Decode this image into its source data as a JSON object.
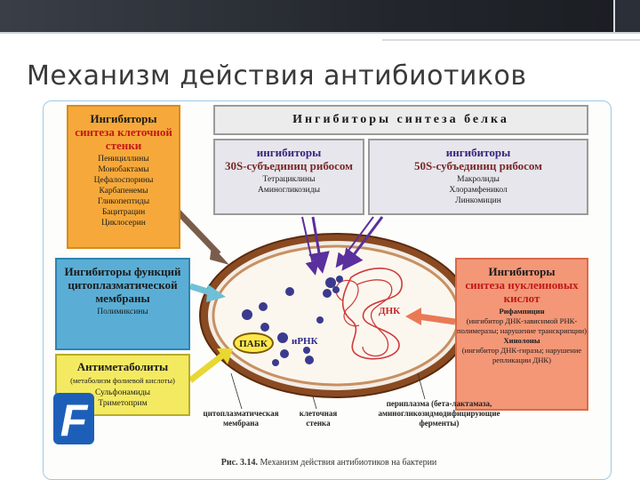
{
  "slide_title": "Механизм действия антибиотиков",
  "protein_header": "Ингибиторы синтеза белка",
  "cell_wall": {
    "title": "Ингибиторы",
    "subtitle": "синтеза клеточной стенки",
    "items": [
      "Пенициллины",
      "Монобактамы",
      "Цефалоспорины",
      "Карбапенемы",
      "Гликопептиды",
      "Бацитрацин",
      "Циклосерин"
    ]
  },
  "subunit_30s": {
    "title": "ингибиторы",
    "subtitle": "30S-субъединиц рибосом",
    "items": [
      "Тетрациклины",
      "Аминогликозиды"
    ]
  },
  "subunit_50s": {
    "title": "ингибиторы",
    "subtitle": "50S-субъединиц рибосом",
    "items": [
      "Макролиды",
      "Хлорамфеникол",
      "Линкомицин"
    ]
  },
  "membrane": {
    "title": "Ингибиторы функций",
    "subtitle": "цитоплазматической мембраны",
    "items": [
      "Полимиксины"
    ]
  },
  "antimetabolites": {
    "title": "Антиметаболиты",
    "note": "(метаболизм фолиевой кислоты)",
    "items": [
      "Сульфонамиды",
      "Триметоприм"
    ]
  },
  "nucleic": {
    "title": "Ингибиторы",
    "subtitle": "синтеза нуклеиновых кислот",
    "group1": "Рифампицин",
    "group1_desc": "(ингибитор ДНК-зависимой РНК-полимеразы; нарушение транскрипции)",
    "group2": "Хинолоны",
    "group2_desc": "(ингибитор ДНК-гиразы; нарушение репликации ДНК)"
  },
  "cell_labels": {
    "pabk": "ПАБК",
    "mrna": "иРНК",
    "dna": "ДНК",
    "cytoplasmic_membrane": "цитоплазматическая мембрана",
    "cell_wall": "клеточная стенка",
    "periplasm": "периплазма (бета-лактамаза, аминогликозидмодифицирующие ферменты)"
  },
  "caption": {
    "figure_no": "Рис. 3.14.",
    "text": "Механизм действия антибиотиков на бактерии"
  },
  "colors": {
    "orange": "#f6a93a",
    "blue": "#5aaed5",
    "yellow": "#f4ea62",
    "salmon": "#f39777",
    "gray": "#e6e6ec",
    "cell_wall_brown": "#7d3a1a",
    "ribosome": "#3b3a8e"
  },
  "logo_letter": "F"
}
